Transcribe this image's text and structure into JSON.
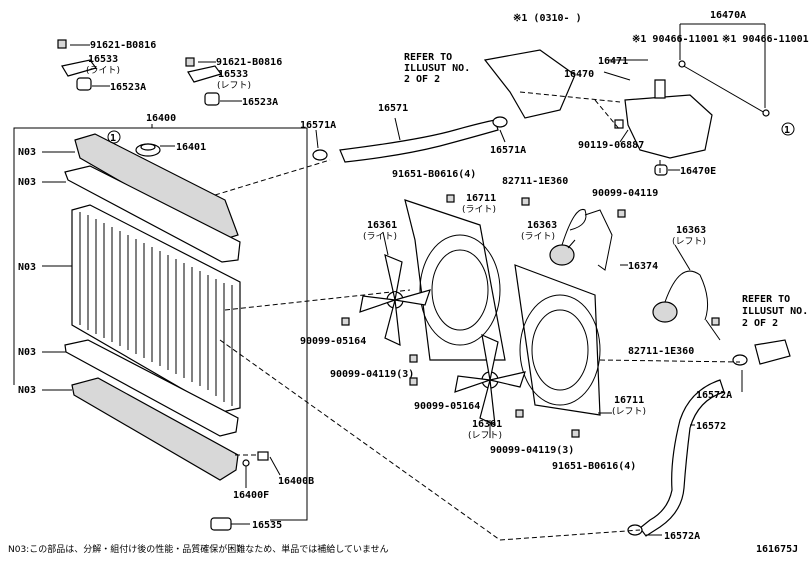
{
  "labels": {
    "ref_note": "※1 (0310-     )",
    "p16470A": "16470A",
    "p90466_a": "※1 90466-11001",
    "p90466_b": "※1 90466-11001",
    "refer_top_1": "REFER TO",
    "refer_top_2": "ILLUSUT NO.",
    "refer_top_3": "2 OF 2",
    "p16470": "16470",
    "p16471": "16471",
    "p90119": "90119-06887",
    "p16470E": "16470E",
    "p91621_a": "91621-B0816",
    "p16533_a": "16533",
    "p16533_a_jp": "(ライト)",
    "p16523A_a": "16523A",
    "p91621_b": "91621-B0816",
    "p16533_b": "16533",
    "p16533_b_jp": "(レフト)",
    "p16523A_b": "16523A",
    "p16400": "16400",
    "p16401": "16401",
    "p16571": "16571",
    "p16571A_a": "16571A",
    "p16571A_b": "16571A",
    "n03_1": "N03",
    "n03_2": "N03",
    "n03_3": "N03",
    "n03_4": "N03",
    "n03_5": "N03",
    "p91651_a": "91651-B0616(4)",
    "p16711_a": "16711",
    "p16711_a_jp": "(ライト)",
    "p82711_a": "82711-1E360",
    "p90099_04119_a": "90099-04119",
    "p16361_a": "16361",
    "p16361_a_jp": "(ライト)",
    "p16363_a": "16363",
    "p16363_a_jp": "(ライト)",
    "p16374": "16374",
    "p16363_b": "16363",
    "p16363_b_jp": "(レフト)",
    "refer_r_1": "REFER TO",
    "refer_r_2": "ILLUSUT NO.",
    "refer_r_3": "2 OF 2",
    "p82711_b": "82711-1E360",
    "p90099_05164_a": "90099-05164",
    "p90099_04119_3a": "90099-04119(3)",
    "p90099_05164_b": "90099-05164",
    "p16711_b": "16711",
    "p16711_b_jp": "(レフト)",
    "p16572A_a": "16572A",
    "p16572": "16572",
    "p16361_b": "16361",
    "p16361_b_jp": "(レフト)",
    "p90099_04119_3b": "90099-04119(3)",
    "p91651_b": "91651-B0616(4)",
    "p16400B": "16400B",
    "p16400F": "16400F",
    "p16535": "16535",
    "p16572A_b": "16572A",
    "circle1_a": "1",
    "circle1_b": "1",
    "footnote": "N03:この部品は、分解・組付け後の性能・品質確保が困難なため、単品では補給していません",
    "diagram_id": "161675J"
  }
}
